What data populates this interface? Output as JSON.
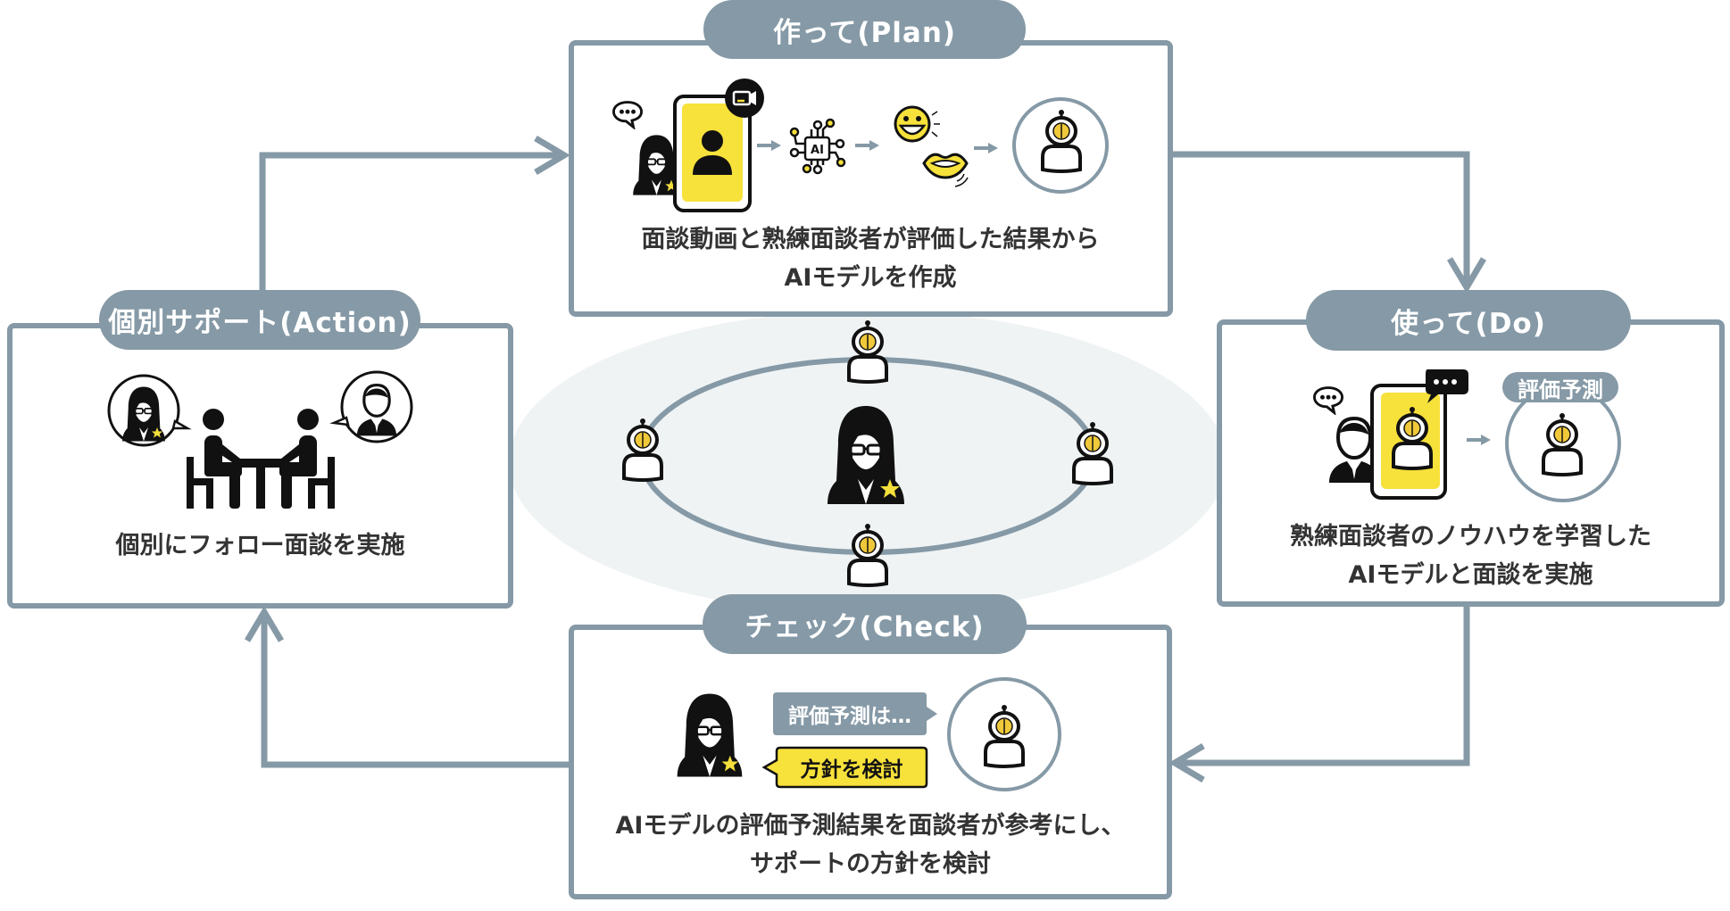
{
  "colors": {
    "accent_gray": "#8599a6",
    "highlight_yellow": "#f7e13b",
    "text_dark": "#333333",
    "center_background": "#eff3f4",
    "icon_black": "#111111"
  },
  "stages": {
    "plan": {
      "title": "作って(Plan)",
      "icons": [
        "speech-bubble-icon",
        "woman-interviewer-icon",
        "video-phone-icon",
        "camera-icon",
        "ai-chip-icon",
        "smiley-face-icon",
        "lips-icon",
        "ai-robot-icon"
      ],
      "description_line1": "面談動画と熟練面談者が評価した結果から",
      "description_line2": "AIモデルを作成"
    },
    "do": {
      "title": "使って(Do)",
      "icons": [
        "speech-bubble-icon",
        "man-icon",
        "phone-robot-icon",
        "arrow-right-icon",
        "ai-robot-icon"
      ],
      "badge": "評価予測",
      "description_line1": "熟練面談者のノウハウを学習した",
      "description_line2": "AIモデルと面談を実施"
    },
    "check": {
      "title": "チェック(Check)",
      "icons": [
        "woman-interviewer-icon",
        "ai-robot-icon"
      ],
      "bubble_ai": "評価予測は…",
      "bubble_human": "方針を検討",
      "description_line1": "AIモデルの評価予測結果を面談者が参考にし、",
      "description_line2": "サポートの方針を検討"
    },
    "action": {
      "title": "個別サポート(Action)",
      "icons": [
        "woman-interviewer-icon",
        "man-icon",
        "meeting-table-icon"
      ],
      "description_line1": "個別にフォロー面談を実施"
    }
  },
  "center": {
    "icons": [
      "woman-interviewer-icon",
      "ai-robot-icon",
      "ai-robot-icon",
      "ai-robot-icon",
      "ai-robot-icon"
    ]
  },
  "flow": [
    "plan",
    "do",
    "check",
    "action"
  ]
}
